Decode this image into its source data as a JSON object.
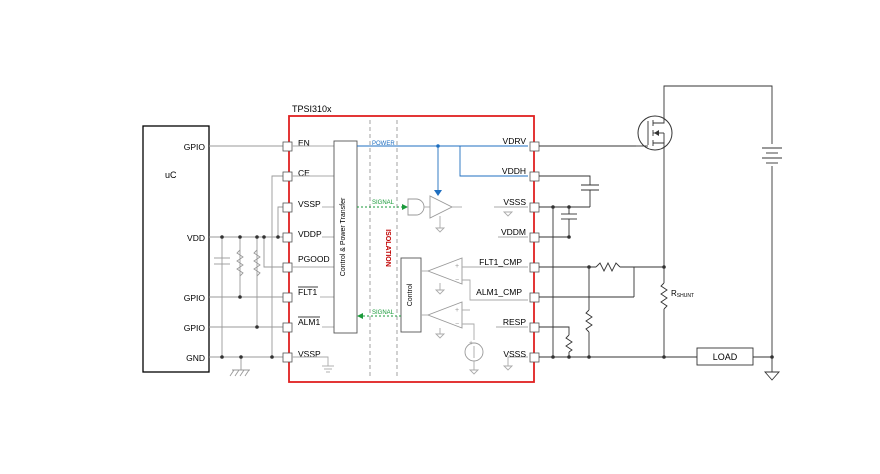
{
  "mcu": {
    "title": "uC",
    "pins": [
      "GPIO",
      "VDD",
      "GPIO",
      "GPIO",
      "GND"
    ]
  },
  "chip": {
    "name": "TPSI310x",
    "left_pins": [
      "EN",
      "CE",
      "VSSP",
      "VDDP",
      "PGOOD",
      "FLT1",
      "ALM1",
      "VSSP"
    ],
    "right_pins": [
      "VDRV",
      "VDDH",
      "VSSS",
      "VDDM",
      "FLT1_CMP",
      "ALM1_CMP",
      "RESP",
      "VSSS"
    ],
    "block_control_power": "Control & Power Transfer",
    "block_control": "Control",
    "isolation": "ISOLATION",
    "sig_power": "POWER",
    "sig_signal_top": "SIGNAL",
    "sig_signal_bottom": "SIGNAL"
  },
  "external": {
    "shunt": "R",
    "shunt_sub": "SHUNT",
    "load": "LOAD"
  },
  "colors": {
    "chip_border": "#e02020",
    "power": "#1f6fc0",
    "signal": "#1a9a3a",
    "isolation": "#c00000"
  }
}
